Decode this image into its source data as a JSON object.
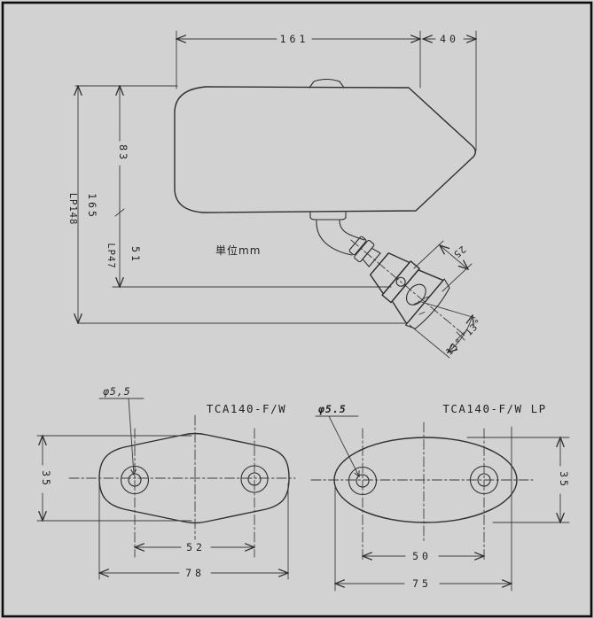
{
  "colors": {
    "background": "#d2d2d2",
    "line": "#2e2e2e",
    "frame": "#0d0d0d"
  },
  "upper": {
    "unit": "単位mm",
    "len161": "161",
    "len40": "40",
    "len83": "83",
    "len165": "165",
    "lp148": "LP148",
    "len51": "51",
    "lp47": "LP47",
    "len25": "25",
    "angle1": "13°",
    "angle2": "13°"
  },
  "fw": {
    "title": "TCA140-F/W",
    "hole": "φ5,5",
    "height": "35",
    "pitch": "52",
    "width": "78"
  },
  "fwlp": {
    "title": "TCA140-F/W LP",
    "hole": "φ5.5",
    "height": "35",
    "pitch": "50",
    "width": "75"
  }
}
